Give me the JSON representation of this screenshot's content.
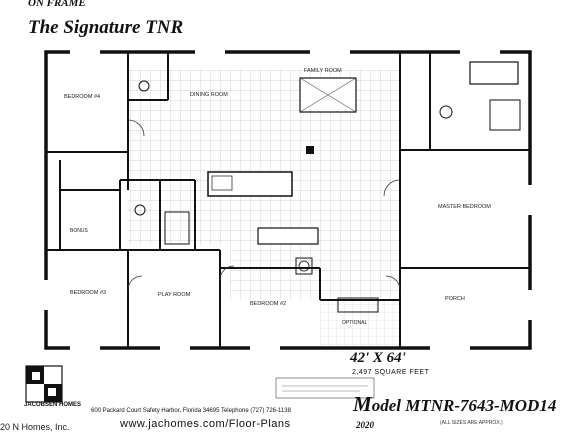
{
  "header": {
    "top_label": "ON FRAME",
    "title": "The Signature TNR"
  },
  "plan": {
    "dimensions": "42' X 64'",
    "square_feet": "2,497 SQUARE FEET",
    "model_prefix": "M",
    "model_rest": "odel MTNR-7643-MOD14",
    "year": "2020",
    "note_right": "(ALL SIZES ARE APPROX.)",
    "rooms": {
      "bed4": "BEDROOM #4",
      "dining": "DINING ROOM",
      "family": "FAMILY ROOM",
      "master_bed": "MASTER BEDROOM",
      "bed3": "BEDROOM #3",
      "play": "PLAY ROOM",
      "bed2": "BEDROOM #2",
      "porch": "PORCH",
      "optional": "OPTIONAL",
      "bonus": "BONUS"
    }
  },
  "footer": {
    "company_logo": "JACOBSEN HOMES",
    "address": "600 Packard Court  Safety Harbor, Florida 34695  Telephone (727) 726-1138",
    "website": "www.jachomes.com/Floor-Plans",
    "watermark": "20 N Homes, Inc."
  }
}
